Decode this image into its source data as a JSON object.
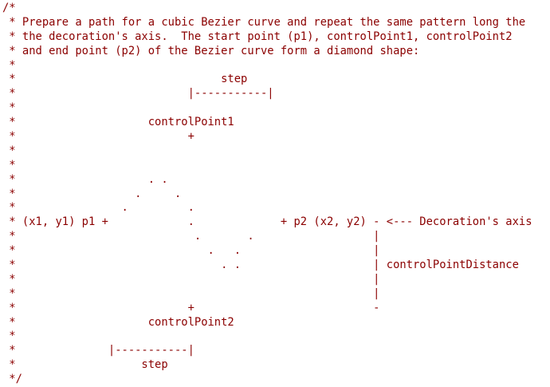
{
  "editor": {
    "comment_color": "#8b0000",
    "background_color": "#ffffff",
    "lines": [
      "/*",
      " * Prepare a path for a cubic Bezier curve and repeat the same pattern long the",
      " * the decoration's axis.  The start point (p1), controlPoint1, controlPoint2",
      " * and end point (p2) of the Bezier curve form a diamond shape:",
      " *",
      " *                               step",
      " *                          |-----------|",
      " *",
      " *                    controlPoint1",
      " *                          +",
      " *",
      " *",
      " *                    . .",
      " *                  .     .",
      " *                .         .",
      " * (x1, y1) p1 +            .             + p2 (x2, y2) - <--- Decoration's axis",
      " *                           .       .                  |",
      " *                             .   .                    |",
      " *                               . .                    | controlPointDistance",
      " *                                                      |",
      " *                                                      |",
      " *                          +                           -",
      " *                    controlPoint2",
      " *",
      " *              |-----------|",
      " *                   step",
      " */"
    ]
  }
}
